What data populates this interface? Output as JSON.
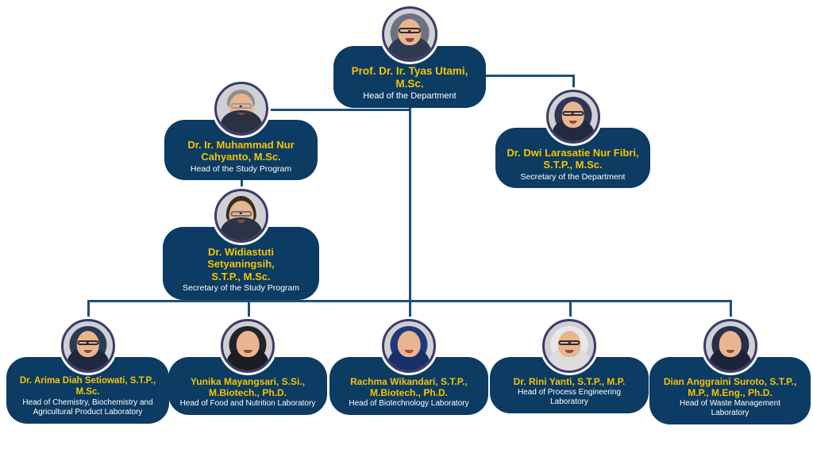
{
  "chart": {
    "type": "organizational-chart",
    "background": "#ffffff",
    "card_color": "#0c3b63",
    "name_color": "#f5c400",
    "role_color": "#ffffff",
    "line_color": "#1b4f7a",
    "avatar_ring_color": "#3c3a6b"
  },
  "nodes": {
    "head_of_department": {
      "name": "Prof. Dr. Ir. Tyas Utami, M.Sc.",
      "role": "Head of the Department",
      "avatar": "portrait-tyas-utami"
    },
    "head_of_study_program": {
      "name": "Dr. Ir. Muhammad Nur\nCahyanto, M.Sc.",
      "role": "Head of the Study Program",
      "avatar": "portrait-muhammad-nur-cahyanto"
    },
    "secretary_of_department": {
      "name": "Dr. Dwi Larasatie Nur Fibri,\nS.T.P., M.Sc.",
      "role": "Secretary of the Department",
      "avatar": "portrait-dwi-larasatie-nur-fibri"
    },
    "secretary_of_study_program": {
      "name": "Dr. Widiastuti Setyaningsih,\nS.T.P., M.Sc.",
      "role": "Secretary of the Study Program",
      "avatar": "portrait-widiastuti-setyaningsih"
    },
    "lab_chemistry": {
      "name": "Dr. Arima Diah Setiowati, S.T.P., M.Sc.",
      "role": "Head of Chemistry, Biochemistry and\nAgricultural Product Laboratory",
      "avatar": "portrait-arima-diah-setiowati"
    },
    "lab_food_nutrition": {
      "name": "Yunika Mayangsari, S.Si.,\nM.Biotech., Ph.D.",
      "role": "Head of Food and Nutrition Laboratory",
      "avatar": "portrait-yunika-mayangsari"
    },
    "lab_biotechnology": {
      "name": "Rachma Wikandari, S.T.P.,\nM.Biotech., Ph.D.",
      "role": "Head of Biotechnology Laboratory",
      "avatar": "portrait-rachma-wikandari"
    },
    "lab_process_engineering": {
      "name": "Dr. Rini Yanti, S.T.P., M.P.",
      "role": "Head of Process Engineering Laboratory",
      "avatar": "portrait-rini-yanti"
    },
    "lab_waste_management": {
      "name": "Dian Anggraini Suroto, S.T.P.,\nM.P., M.Eng., Ph.D.",
      "role": "Head of Waste Management Laboratory",
      "avatar": "portrait-dian-anggraini-suroto"
    }
  }
}
